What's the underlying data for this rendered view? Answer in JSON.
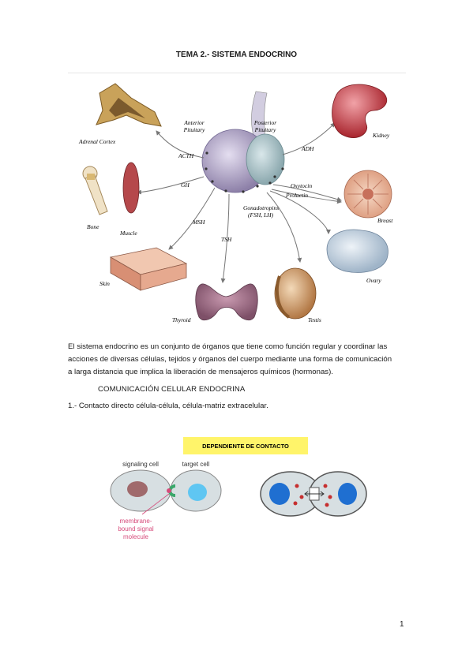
{
  "document": {
    "title": "TEMA 2.- SISTEMA ENDOCRINO",
    "paragraph_lines": [
      "El sistema endocrino es un conjunto de órganos que tiene como función regular y coordinar las",
      "acciones de diversas células, tejidos y órganos del cuerpo mediante una forma de comunicación",
      "a larga distancia que implica la liberación de mensajeros químicos (hormonas)."
    ],
    "section_heading": "COMUNICACIÓN CELULAR ENDOCRINA",
    "item_1": "1.- Contacto directo célula-célula, célula-matriz extracelular.",
    "page_number": "1"
  },
  "figure_pituitary": {
    "anterior_label_1": "Anterior",
    "anterior_label_2": "Pituitary",
    "posterior_label_1": "Posterior",
    "posterior_label_2": "Pituitary",
    "hormones": {
      "acth": "ACTH",
      "gh": "GH",
      "msh": "MSH",
      "tsh": "TSH",
      "adh": "ADH",
      "oxytocin": "Oxytocin",
      "prolactin": "Prolactin",
      "gonadotropins_1": "Gonadotropins",
      "gonadotropins_2": "(FSH, LH)"
    },
    "targets": {
      "adrenal": "Adrenal Cortex",
      "bone": "Bone",
      "muscle": "Muscle",
      "skin": "Skin",
      "thyroid": "Thyroid",
      "kidney": "Kidney",
      "breast": "Breast",
      "ovary": "Ovary",
      "testis": "Testis"
    }
  },
  "figure_contact": {
    "banner": "DEPENDIENTE DE CONTACTO",
    "signaling_cell": "signaling cell",
    "target_cell": "target cell",
    "molecule_1": "membrane-",
    "molecule_2": "bound signal",
    "molecule_3": "molecule",
    "colors": {
      "banner_bg": "#fff46a",
      "molecule": "#d64a7a",
      "receptor": "#3aa86b",
      "nucleus_blue": "#1f6fd1"
    }
  }
}
